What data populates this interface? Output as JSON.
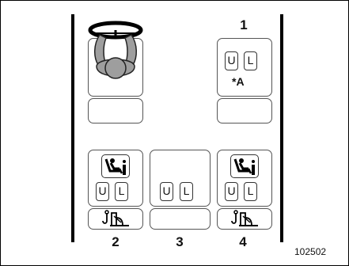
{
  "seats": {
    "front_passenger": {
      "number": "1",
      "labels": [
        "U",
        "L"
      ],
      "note": "*A"
    },
    "rear_left": {
      "number": "2",
      "labels": [
        "U",
        "L"
      ],
      "icons": [
        "isofix-child-seat-icon",
        "top-tether-anchor-icon"
      ]
    },
    "rear_center": {
      "number": "3",
      "labels": [
        "U",
        "L"
      ]
    },
    "rear_right": {
      "number": "4",
      "labels": [
        "U",
        "L"
      ],
      "icons": [
        "isofix-child-seat-icon",
        "top-tether-anchor-icon"
      ]
    }
  },
  "figure_code": "102502",
  "colors": {
    "line": "#000000",
    "seat_outline": "#555555",
    "driver_fill": "#9e9e9e"
  }
}
